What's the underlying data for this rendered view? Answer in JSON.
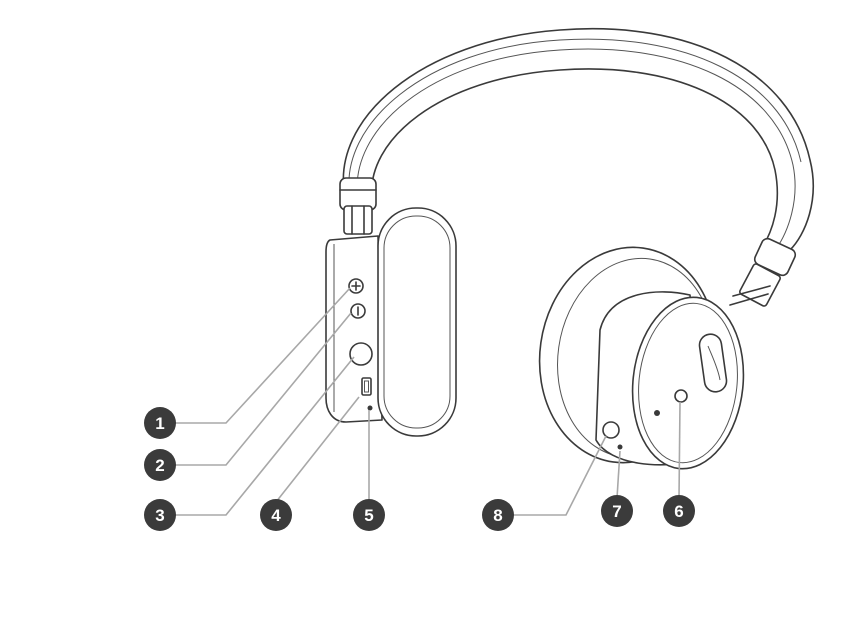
{
  "diagram": {
    "callouts": [
      {
        "label": "1",
        "part": "volume-up-button"
      },
      {
        "label": "2",
        "part": "volume-down-button"
      },
      {
        "label": "3",
        "part": "multifunction-button"
      },
      {
        "label": "4",
        "part": "micro-usb-port"
      },
      {
        "label": "5",
        "part": "led-indicator"
      },
      {
        "label": "6",
        "part": "audio-jack"
      },
      {
        "label": "7",
        "part": "microphone"
      },
      {
        "label": "8",
        "part": "earcup-button"
      }
    ],
    "colors": {
      "callout_fill": "#3b3b3b",
      "callout_text": "#ffffff",
      "leader_line": "#a8a8a8",
      "line_art": "#3a3a3a"
    }
  }
}
